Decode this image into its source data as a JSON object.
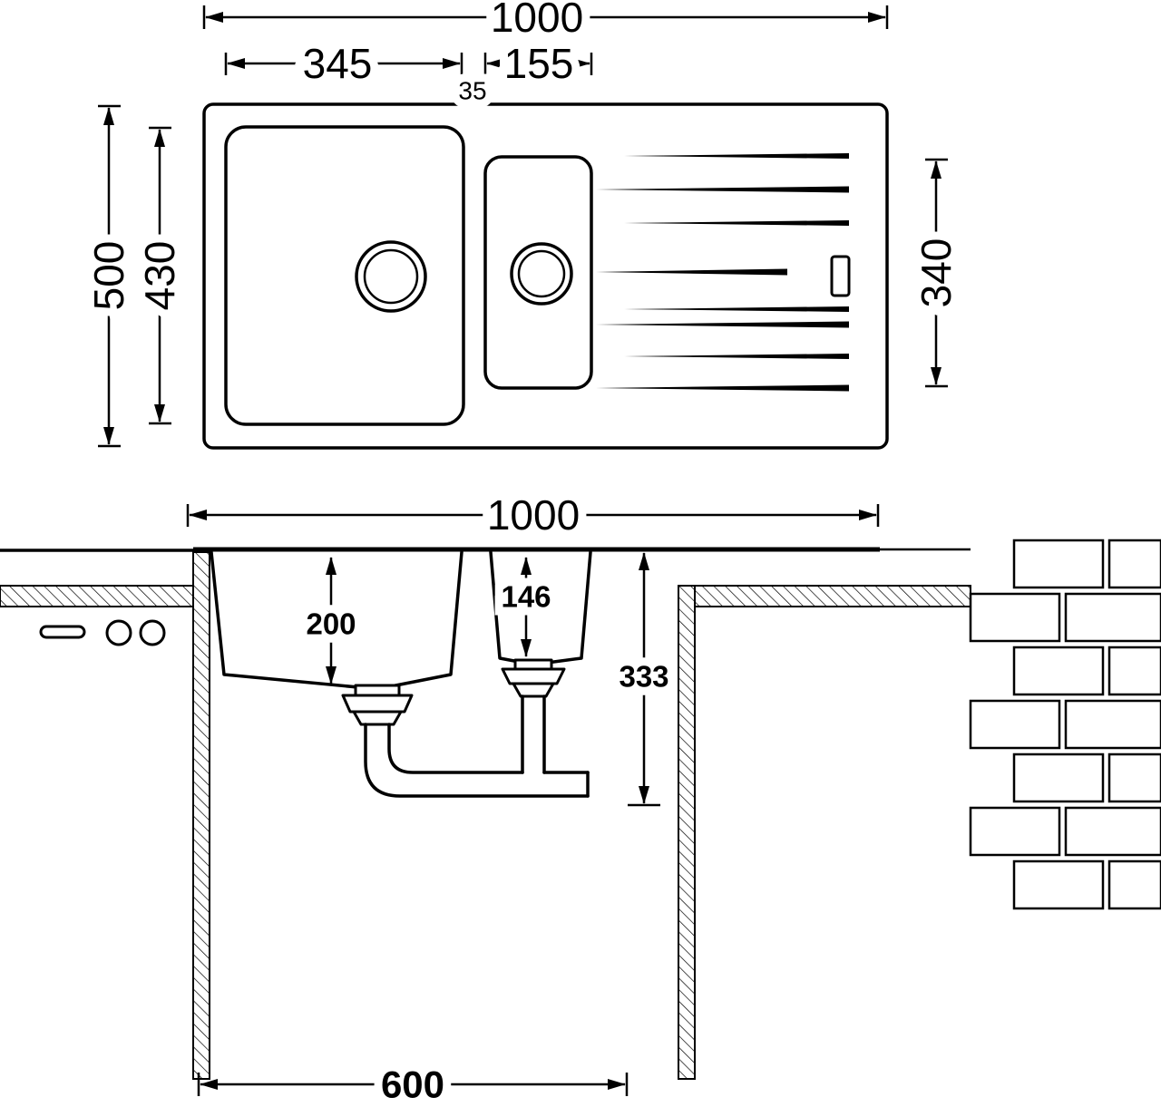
{
  "drawing": {
    "top_view": {
      "total_width": "1000",
      "main_bowl_width": "345",
      "bowl_gap": "35",
      "small_bowl_width": "155",
      "total_depth": "500",
      "main_bowl_length": "430",
      "drainer_length": "340"
    },
    "section_view": {
      "total_width": "1000",
      "main_bowl_depth": "200",
      "small_bowl_depth": "146",
      "outlet_depth": "333",
      "cabinet_width": "600"
    }
  }
}
